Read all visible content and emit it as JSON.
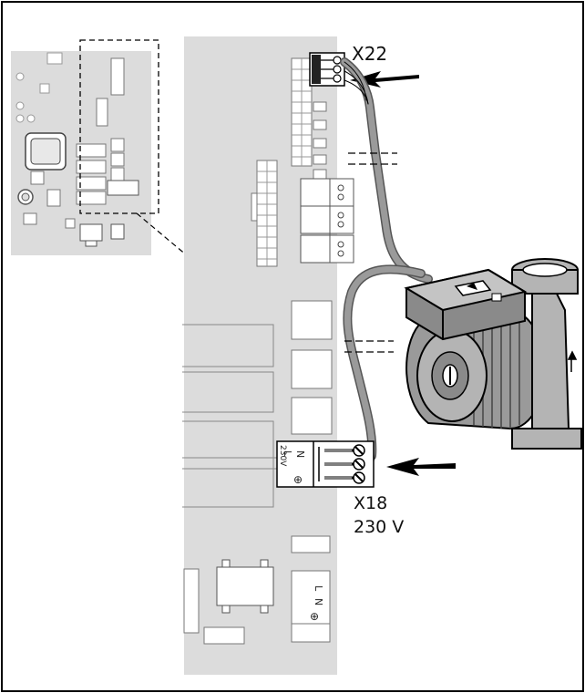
{
  "labels": {
    "x22": "X22",
    "x18": "X18",
    "x18_voltage": "230 V",
    "terminal_l": "L",
    "terminal_n": "N",
    "terminal_voltage": "230V",
    "earth_symbol": "⊕",
    "bottom_l": "L",
    "bottom_n": "N",
    "bottom_earth": "⊕"
  },
  "colors": {
    "board": "#dcdcdc",
    "board_detail": "#ffffff",
    "cable": "#8c8c8c",
    "pump_body": "#9a9a9a",
    "outline": "#000000",
    "arrow": "#000000"
  },
  "icons": {
    "pointer_arrow": "arrow-left-icon",
    "earth": "earth-ground-icon"
  }
}
